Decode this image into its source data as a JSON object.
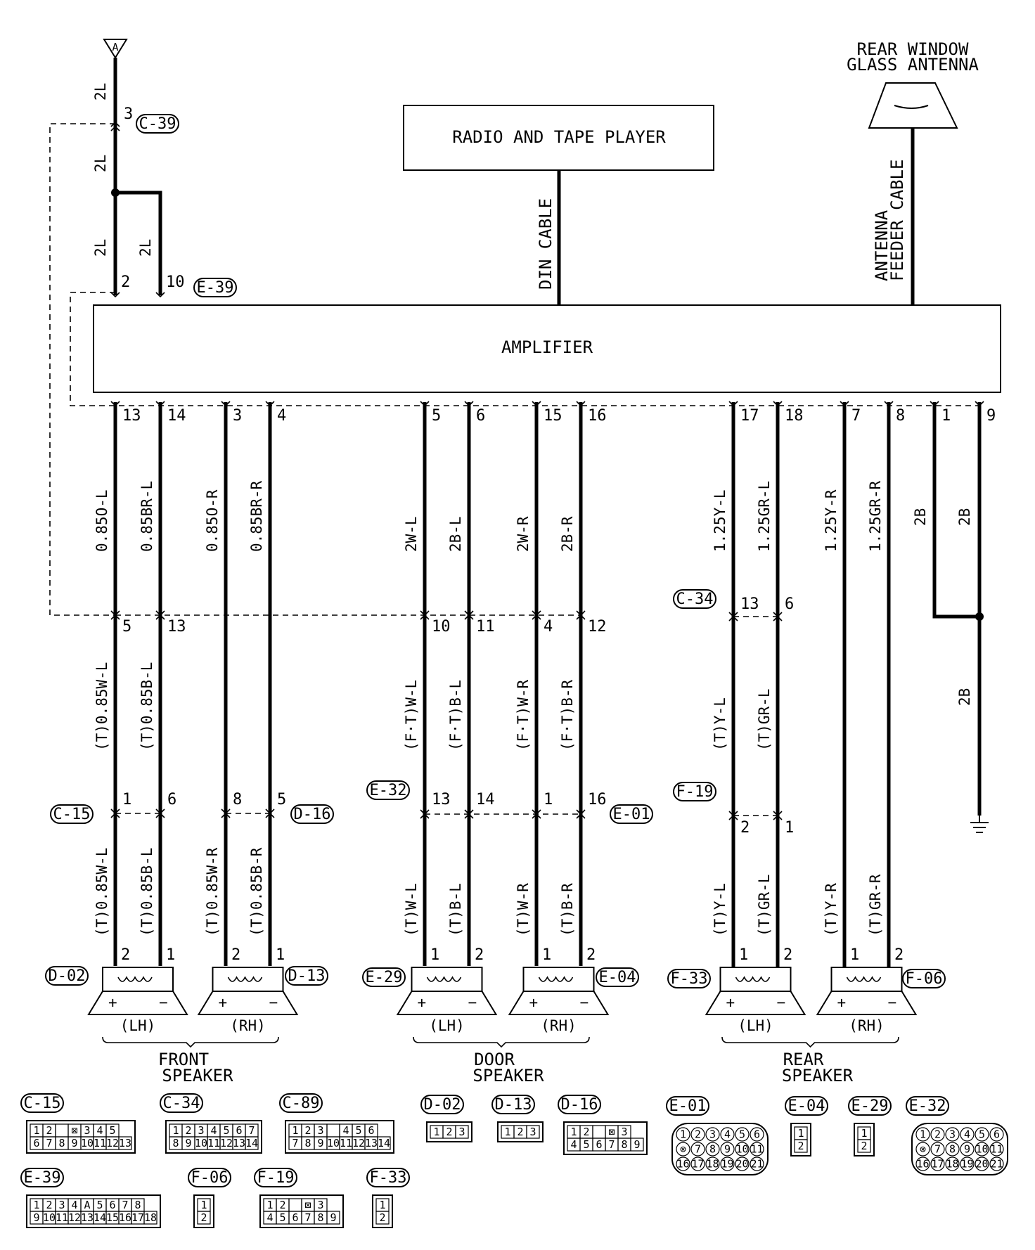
{
  "top_connector": "A",
  "antenna_title": [
    "REAR WINDOW",
    "GLASS ANTENNA"
  ],
  "radio_label": "RADIO AND TAPE PLAYER",
  "din_cable": "DIN CABLE",
  "antenna_cable": [
    "ANTENNA",
    "FEEDER CABLE"
  ],
  "amplifier": "AMPLIFIER",
  "wire_2L": "2L",
  "wire_2B": "2B",
  "conn_c39": "C-39",
  "conn_e39": "E-39",
  "conn_c34": "C-34",
  "conn_c15": "C-15",
  "conn_d16": "D-16",
  "conn_e32": "E-32",
  "conn_e01": "E-01",
  "conn_f19": "F-19",
  "top_pins": {
    "p3": "3",
    "p2": "2",
    "p10": "10"
  },
  "amp_pins": [
    "13",
    "14",
    "3",
    "4",
    "5",
    "6",
    "15",
    "16",
    "17",
    "18",
    "7",
    "8",
    "1",
    "9"
  ],
  "amp_wires": [
    "0.85O-L",
    "0.85BR-L",
    "0.85O-R",
    "0.85BR-R",
    "2W-L",
    "2B-L",
    "2W-R",
    "2B-R",
    "1.25Y-L",
    "1.25GR-L",
    "1.25Y-R",
    "1.25GR-R"
  ],
  "mid_pins": [
    "5",
    "13",
    "10",
    "11",
    "4",
    "12",
    "13",
    "6"
  ],
  "mid_wires": [
    "(T)0.85W-L",
    "(T)0.85B-L",
    "(F·T)W-L",
    "(F·T)B-L",
    "(F·T)W-R",
    "(F·T)B-R",
    "(T)Y-L",
    "(T)GR-L"
  ],
  "low_pins": [
    "1",
    "6",
    "8",
    "5",
    "13",
    "14",
    "1",
    "16",
    "2",
    "1"
  ],
  "low_wires": [
    "(T)0.85W-L",
    "(T)0.85B-L",
    "(T)0.85W-R",
    "(T)0.85B-R",
    "(T)W-L",
    "(T)B-L",
    "(T)W-R",
    "(T)B-R",
    "(T)Y-L",
    "(T)GR-L",
    "(T)Y-R",
    "(T)GR-R"
  ],
  "speakers": [
    {
      "conn": "D-02",
      "pins": [
        "2",
        "1"
      ],
      "side": "(LH)"
    },
    {
      "conn": "D-13",
      "pins": [
        "2",
        "1"
      ],
      "side": "(RH)"
    },
    {
      "conn": "E-29",
      "pins": [
        "1",
        "2"
      ],
      "side": "(LH)"
    },
    {
      "conn": "E-04",
      "pins": [
        "1",
        "2"
      ],
      "side": "(RH)"
    },
    {
      "conn": "F-33",
      "pins": [
        "1",
        "2"
      ],
      "side": "(LH)"
    },
    {
      "conn": "F-06",
      "pins": [
        "1",
        "2"
      ],
      "side": "(RH)"
    }
  ],
  "polarity": [
    "+",
    "−"
  ],
  "groups": [
    [
      "FRONT",
      "SPEAKER"
    ],
    [
      "DOOR",
      "SPEAKER"
    ],
    [
      "REAR",
      "SPEAKER"
    ]
  ],
  "conn_faces": [
    {
      "id": "C-15",
      "rows": [
        [
          "1",
          "2",
          "",
          "⊠",
          "3",
          "4",
          "5"
        ],
        [
          "6",
          "7",
          "8",
          "9",
          "10",
          "11",
          "12",
          "13"
        ]
      ]
    },
    {
      "id": "C-34",
      "rows": [
        [
          "1",
          "2",
          "3",
          "4",
          "5",
          "6",
          "7"
        ],
        [
          "8",
          "9",
          "10",
          "11",
          "12",
          "13",
          "14"
        ]
      ]
    },
    {
      "id": "C-89",
      "rows": [
        [
          "1",
          "2",
          "3",
          "",
          "4",
          "5",
          "6"
        ],
        [
          "7",
          "8",
          "9",
          "10",
          "11",
          "12",
          "13",
          "14"
        ]
      ]
    },
    {
      "id": "D-02",
      "rows": [
        [
          "1",
          "2",
          "3"
        ]
      ]
    },
    {
      "id": "D-13",
      "rows": [
        [
          "1",
          "2",
          "3"
        ]
      ]
    },
    {
      "id": "D-16",
      "rows": [
        [
          "1",
          "2",
          "",
          "⊠",
          "3"
        ],
        [
          "4",
          "5",
          "6",
          "7",
          "8",
          "9"
        ]
      ]
    },
    {
      "id": "E-01",
      "rows": [
        [
          "1",
          "2",
          "3",
          "4",
          "5",
          "6"
        ],
        [
          "⊗",
          "7",
          "8",
          "9",
          "10",
          "11"
        ],
        [
          "16",
          "17",
          "18",
          "19",
          "20",
          "21"
        ]
      ]
    },
    {
      "id": "E-04",
      "rows": [
        [
          "1"
        ],
        [
          "2"
        ]
      ]
    },
    {
      "id": "E-29",
      "rows": [
        [
          "1"
        ],
        [
          "2"
        ]
      ]
    },
    {
      "id": "E-32",
      "rows": [
        [
          "1",
          "2",
          "3",
          "4",
          "5",
          "6"
        ],
        [
          "⊗",
          "7",
          "8",
          "9",
          "10",
          "11"
        ],
        [
          "16",
          "17",
          "18",
          "19",
          "20",
          "21"
        ]
      ]
    },
    {
      "id": "E-39",
      "rows": [
        [
          "1",
          "2",
          "3",
          "4",
          "A",
          "5",
          "6",
          "7",
          "8"
        ],
        [
          "9",
          "10",
          "11",
          "12",
          "13",
          "14",
          "15",
          "16",
          "17",
          "18"
        ]
      ]
    },
    {
      "id": "F-06",
      "rows": [
        [
          "1"
        ],
        [
          "2"
        ]
      ]
    },
    {
      "id": "F-19",
      "rows": [
        [
          "1",
          "2",
          "",
          "⊠",
          "3"
        ],
        [
          "4",
          "5",
          "6",
          "7",
          "8",
          "9"
        ]
      ]
    },
    {
      "id": "F-33",
      "rows": [
        [
          "1"
        ],
        [
          "2"
        ]
      ]
    }
  ]
}
